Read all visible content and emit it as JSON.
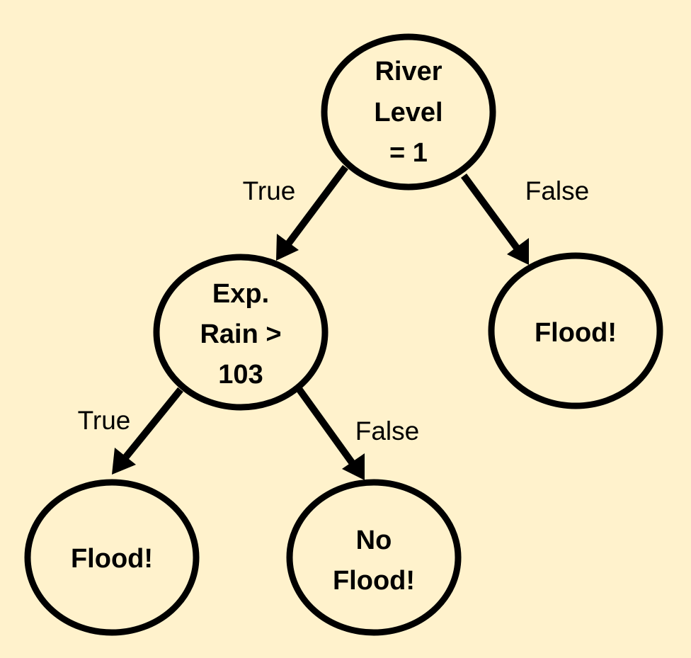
{
  "colors": {
    "background": "#fff2cc",
    "stroke": "#000000",
    "text": "#000000"
  },
  "nodes": {
    "root": {
      "lines": [
        "River",
        "Level",
        "= 1"
      ]
    },
    "rain": {
      "lines": [
        "Exp.",
        "Rain >",
        "103"
      ]
    },
    "flood_right": {
      "lines": [
        "Flood!"
      ]
    },
    "flood_left": {
      "lines": [
        "Flood!"
      ]
    },
    "no_flood": {
      "lines": [
        "No",
        "Flood!"
      ]
    }
  },
  "edges": {
    "root_true": {
      "label": "True"
    },
    "root_false": {
      "label": "False"
    },
    "rain_true": {
      "label": "True"
    },
    "rain_false": {
      "label": "False"
    }
  }
}
